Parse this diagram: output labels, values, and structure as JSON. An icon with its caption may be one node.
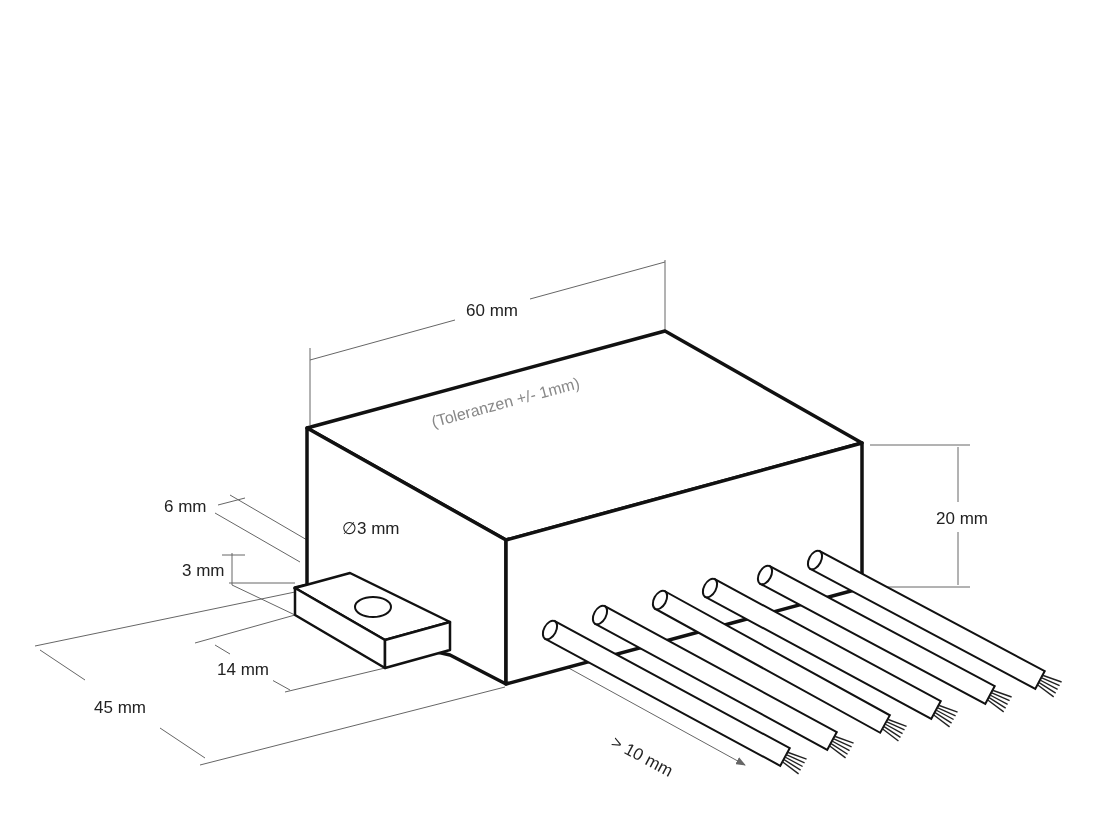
{
  "diagram": {
    "labels": [
      "60 mm",
      "(Toleranzen +/- 1mm)",
      "20 mm",
      "6 mm",
      "∅3 mm",
      "3 mm",
      "14 mm",
      "45 mm",
      "> 10 mm"
    ]
  }
}
